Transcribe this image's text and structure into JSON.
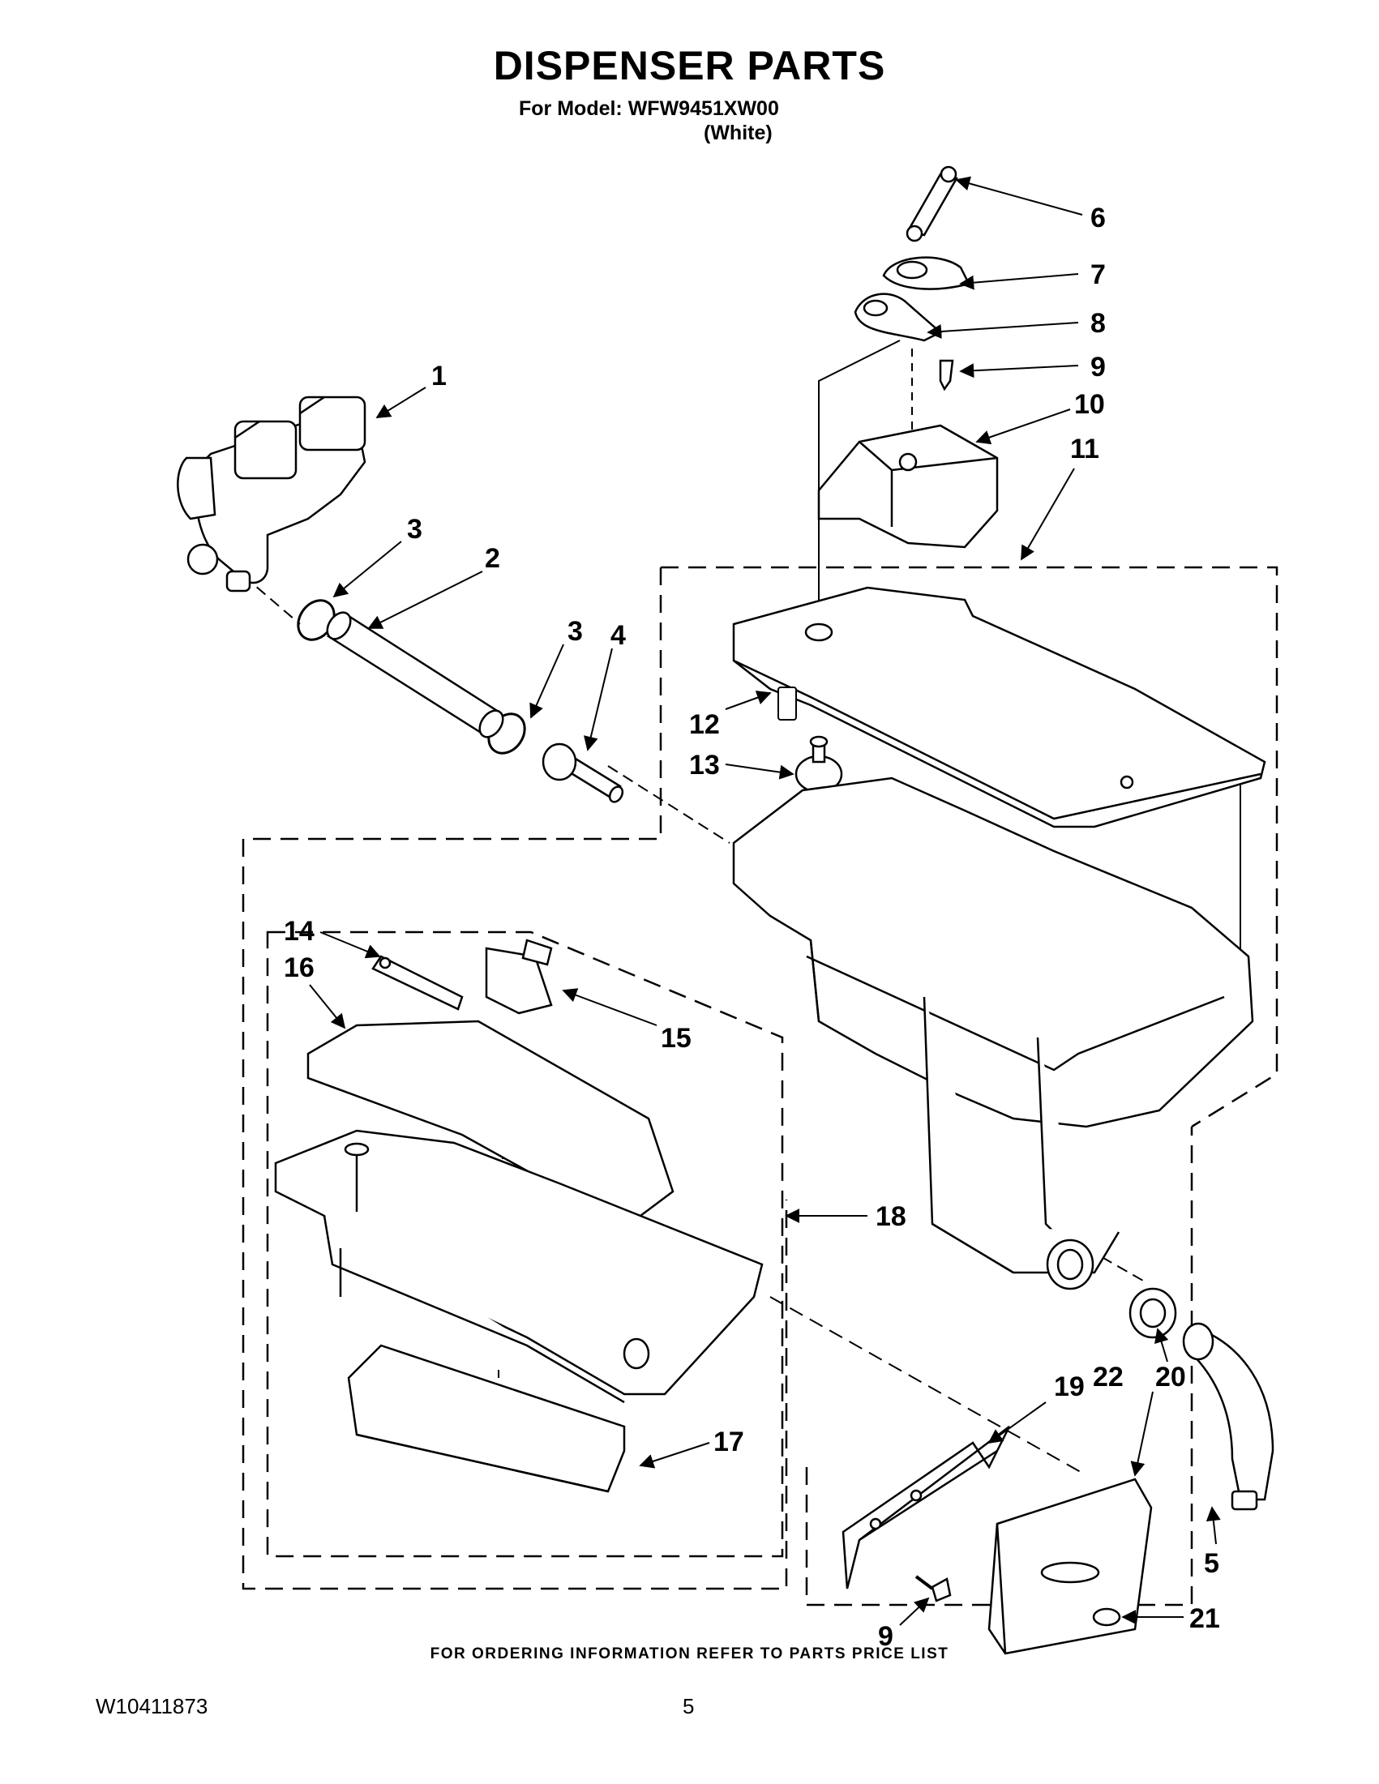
{
  "header": {
    "title": "DISPENSER PARTS",
    "model_line": "For Model: WFW9451XW00",
    "color_note": "(White)"
  },
  "callouts": [
    "1",
    "2",
    "3",
    "3",
    "4",
    "6",
    "7",
    "8",
    "9",
    "10",
    "11",
    "12",
    "13",
    "14",
    "15",
    "16",
    "17",
    "18",
    "19",
    "20",
    "21",
    "22",
    "5",
    "9"
  ],
  "footer": {
    "ordering_note": "FOR ORDERING INFORMATION REFER TO PARTS PRICE LIST",
    "doc_number": "W10411873",
    "page_number": "5"
  }
}
